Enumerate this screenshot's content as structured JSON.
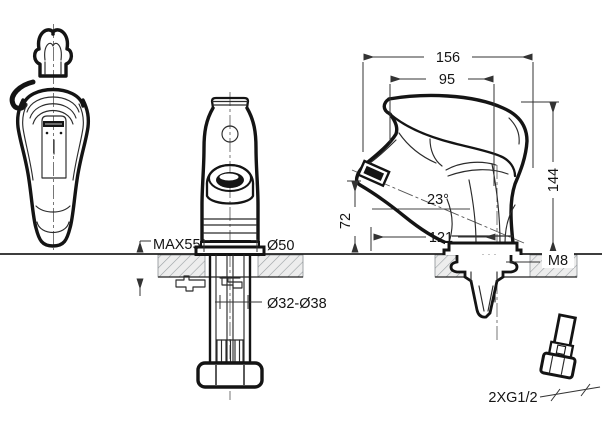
{
  "drawing": {
    "type": "faucet-installation-technical-drawing",
    "colors": {
      "background": "#ffffff",
      "line": "#141414",
      "dimension": "#333333",
      "hatch_fill": "#ededed",
      "hatch_line": "#9aa0a3"
    },
    "labels": {
      "total_width": "156",
      "handle_span": "95",
      "total_height": "144",
      "spout_height": "72",
      "spout_angle": "23°",
      "spout_reach": "121",
      "max_deck_thickness": "MAX55",
      "flange_diameter": "Ø50",
      "hole_diameter": "Ø32-Ø38",
      "stud_thread": "M8",
      "hose_connection": "2XG1/2"
    }
  }
}
